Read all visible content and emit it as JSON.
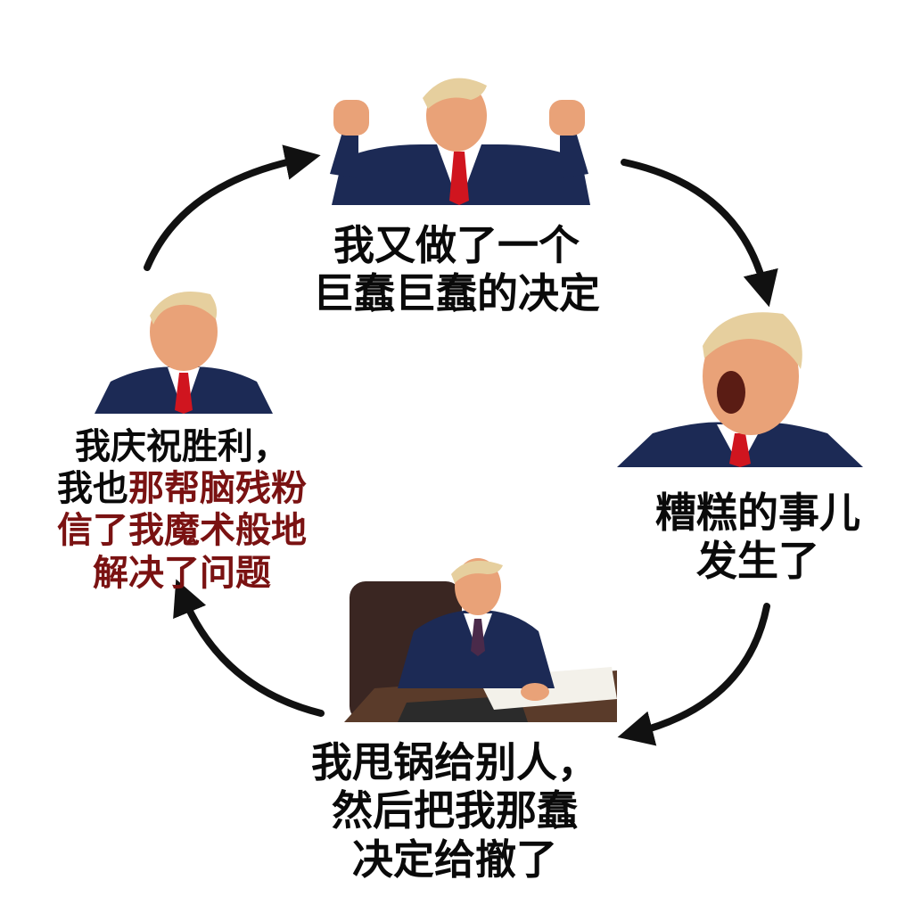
{
  "captions": {
    "top": {
      "line1": "我又做了一个",
      "line2": "巨蠢巨蠢的决定"
    },
    "right": {
      "line1": "糟糕的事儿",
      "line2": "发生了"
    },
    "bottom": {
      "line1": "我甩锅给别人，",
      "line2": "然后把我那蠢",
      "line3": "决定给撤了"
    },
    "left": {
      "line1": "我庆祝胜利，",
      "line2_black": "我也",
      "line2_red": "那帮脑残粉",
      "line3": "信了我魔术般地",
      "line4": "解决了问题"
    }
  },
  "colors": {
    "text": "#0a0a0a",
    "highlight": "#7a1212",
    "arrow": "#111111",
    "suit": "#1c2a55",
    "tie": "#d0151f",
    "skin": "#e9a278",
    "hair": "#e6cf9e"
  }
}
